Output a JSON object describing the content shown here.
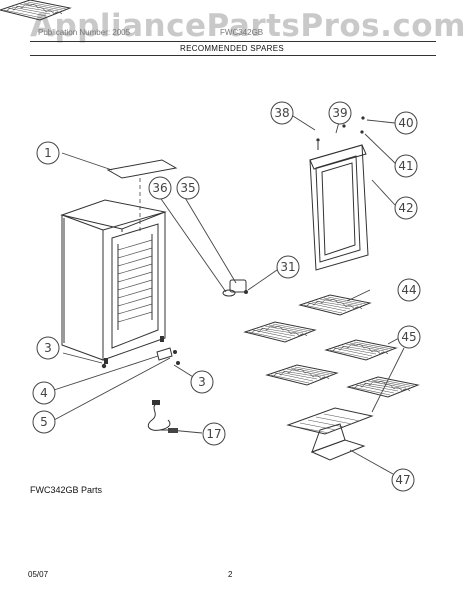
{
  "header": {
    "watermark": "AppliancePartsPros.com",
    "publication": "Publication Number: 2005",
    "model": "FWC342GB",
    "title": "RECOMMENDED SPARES"
  },
  "diagram": {
    "caption": "FWC342GB Parts",
    "callouts": [
      "1",
      "3",
      "3",
      "4",
      "5",
      "17",
      "31",
      "35",
      "36",
      "38",
      "39",
      "40",
      "41",
      "42",
      "44",
      "45",
      "47"
    ]
  },
  "footer": {
    "date": "05/07",
    "page": "2"
  }
}
